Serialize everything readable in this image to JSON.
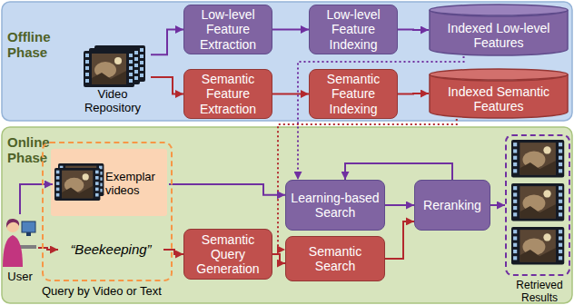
{
  "diagram": {
    "nodes": [
      {
        "text": [
          "Offline Phase"
        ]
      },
      {
        "text": [
          "Video Repository"
        ],
        "in": 0
      },
      {
        "text": [
          "Low-level Feature Extraction"
        ],
        "in": 0
      },
      {
        "text": [
          "Low-level Feature Indexing"
        ],
        "in": 0
      },
      {
        "text": [
          "Indexed Low-level Features"
        ],
        "in": 0
      },
      {
        "text": [
          "Semantic Feature Extraction"
        ],
        "in": 0
      },
      {
        "text": [
          "Semantic Feature Indexing"
        ],
        "in": 0
      },
      {
        "text": [
          "Indexed Semantic Features"
        ],
        "in": 0
      },
      {
        "text": [
          "Online Phase"
        ]
      },
      {
        "text": [
          "User"
        ],
        "in": 8
      },
      {
        "text": [
          "Query by Video or Text"
        ],
        "in": 8
      },
      {
        "text": [
          "Exemplar videos"
        ],
        "in": 10
      },
      {
        "text": [
          "“Beekeeping”"
        ],
        "in": 10
      },
      {
        "text": [
          "Semantic Query Generation"
        ],
        "in": 8
      },
      {
        "text": [
          "Learning-based Search"
        ],
        "in": 8
      },
      {
        "text": [
          "Semantic Search"
        ],
        "in": 8
      },
      {
        "text": [
          "Reranking"
        ],
        "in": 8
      },
      {
        "text": [
          "Retrieved Results"
        ],
        "in": 8
      }
    ],
    "edges": [
      {
        "from": 1,
        "to": 2,
        "arrow": "to"
      },
      {
        "from": 1,
        "to": 5,
        "arrow": "to"
      },
      {
        "from": 2,
        "to": 3,
        "arrow": "to"
      },
      {
        "from": 3,
        "to": 4,
        "arrow": "to"
      },
      {
        "from": 5,
        "to": 6,
        "arrow": "to"
      },
      {
        "from": 6,
        "to": 7,
        "arrow": "to"
      },
      {
        "from": 4,
        "to": 14,
        "arrow": "to"
      },
      {
        "from": 7,
        "to": 15,
        "arrow": "to"
      },
      {
        "from": 9,
        "to": 11,
        "arrow": "to"
      },
      {
        "from": 9,
        "to": 12,
        "arrow": "to"
      },
      {
        "from": 11,
        "to": 14,
        "arrow": "to"
      },
      {
        "from": 12,
        "to": 13,
        "arrow": "to"
      },
      {
        "from": 13,
        "to": 15,
        "arrow": "to"
      },
      {
        "from": 14,
        "to": 16,
        "arrow": "to"
      },
      {
        "from": 15,
        "to": 16,
        "arrow": "to"
      },
      {
        "from": 16,
        "to": 14,
        "arrow": "to"
      },
      {
        "from": 16,
        "to": 17,
        "arrow": "to"
      }
    ]
  }
}
